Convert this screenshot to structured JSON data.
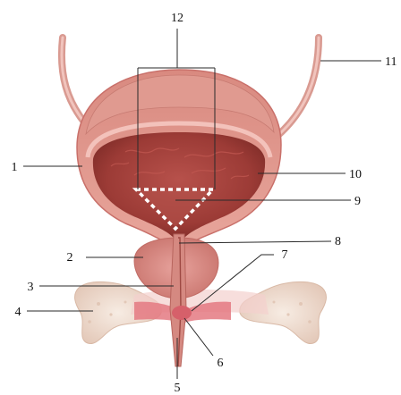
{
  "labels": {
    "l1": "1",
    "l2": "2",
    "l3": "3",
    "l4": "4",
    "l5": "5",
    "l6": "6",
    "l7": "7",
    "l8": "8",
    "l9": "9",
    "l10": "10",
    "l11": "11",
    "l12": "12"
  },
  "colors": {
    "background": "#ffffff",
    "bladder_wall_outer": "#e2988f",
    "bladder_wall_inner": "#c9605a",
    "bladder_lumen": "#9c3b36",
    "trigone": "#b5504a",
    "prostate": "#d98a85",
    "ureter": "#e0a39b",
    "pelvic_bone": "#f1ddd0",
    "sphincter": "#e2707a",
    "callout_lines": "#2a2a2a",
    "trigone_outline": "#ffffff"
  }
}
